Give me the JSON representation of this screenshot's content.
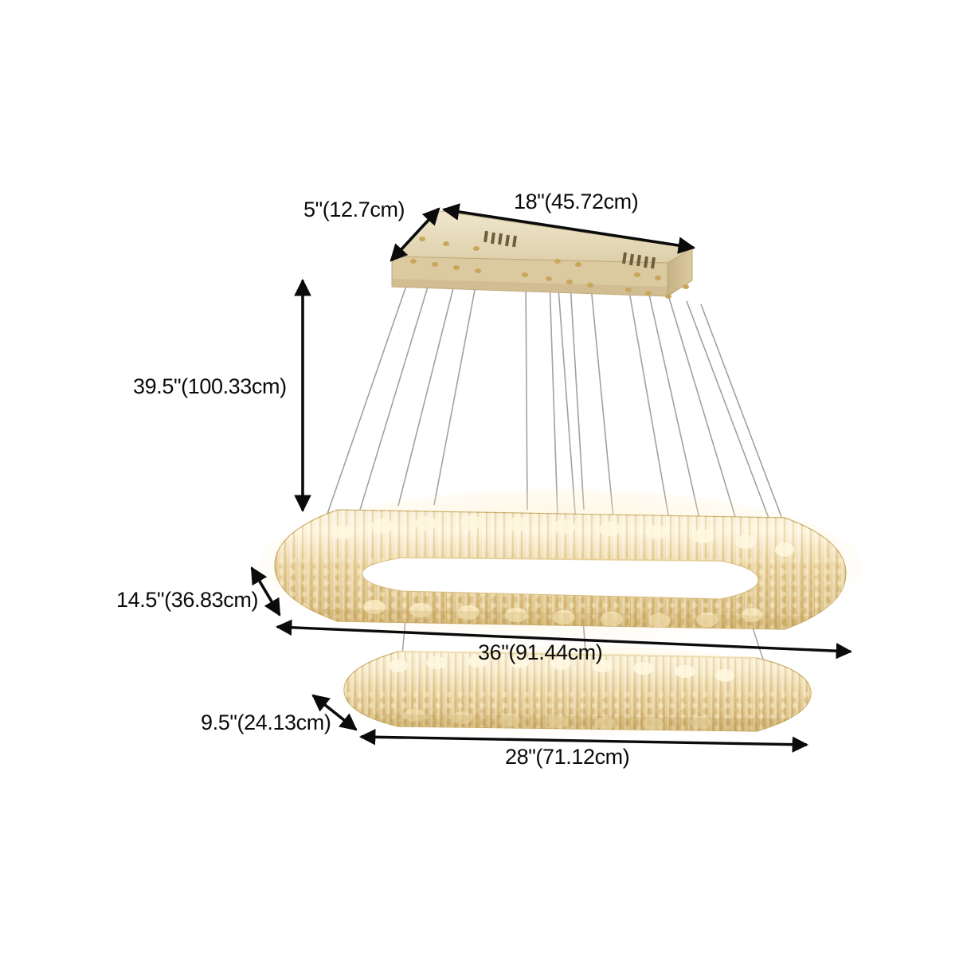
{
  "document": {
    "type": "product-dimension-diagram",
    "subject": "Two-tier oval crystal LED pendant chandelier",
    "background_color": "#ffffff",
    "annotation_color": "#0b0b0b"
  },
  "product": {
    "canopy": {
      "name": "rectangular ceiling mount plate",
      "color": "#d9c9a4",
      "color_top": "#e8dcc0",
      "color_front": "#cbb98f",
      "vent_color": "#6b5a38"
    },
    "cables": {
      "name": "steel suspension cables",
      "color": "#9a9a9a",
      "count": 14
    },
    "upper_ring": {
      "name": "large oval crystal ring",
      "crystal_color": "#e4c98a",
      "glow_color": "#fff3cf"
    },
    "lower_ring": {
      "name": "small oval crystal ring",
      "crystal_color": "#e0c589",
      "glow_color": "#fdf0c9"
    }
  },
  "dimensions": {
    "canopy_depth": {
      "label": "5\"(12.7cm)",
      "inches": 5,
      "cm": 12.7,
      "measures": "ceiling plate depth"
    },
    "canopy_width": {
      "label": "18\"(45.72cm)",
      "inches": 18,
      "cm": 45.72,
      "measures": "ceiling plate width"
    },
    "total_drop": {
      "label": "39.5\"(100.33cm)",
      "inches": 39.5,
      "cm": 100.33,
      "measures": "hanging drop height"
    },
    "upper_ring_depth": {
      "label": "14.5\"(36.83cm)",
      "inches": 14.5,
      "cm": 36.83,
      "measures": "large ring depth"
    },
    "upper_ring_width": {
      "label": "36\"(91.44cm)",
      "inches": 36,
      "cm": 91.44,
      "measures": "large ring width"
    },
    "lower_ring_depth": {
      "label": "9.5\"(24.13cm)",
      "inches": 9.5,
      "cm": 24.13,
      "measures": "small ring depth"
    },
    "lower_ring_width": {
      "label": "28\"(71.12cm)",
      "inches": 28,
      "cm": 71.12,
      "measures": "small ring width"
    }
  }
}
